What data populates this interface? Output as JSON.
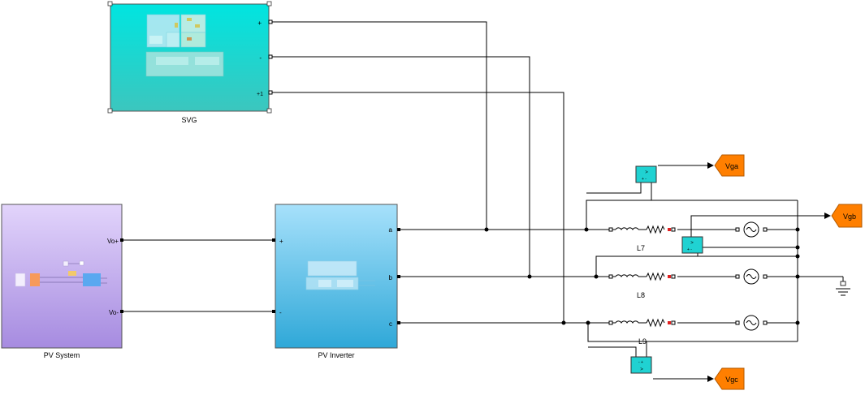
{
  "blocks": {
    "svg": {
      "name": "SVG",
      "ports": [
        "+",
        "-",
        "+1"
      ],
      "color_top": "#00e5e0",
      "color_bottom": "#3cc6be"
    },
    "pv_system": {
      "name": "PV System",
      "ports": [
        "Vo+",
        "Vo-"
      ],
      "color_top": "#e2d4fb",
      "color_bottom": "#a68be0"
    },
    "pv_inverter": {
      "name": "PV Inverter",
      "ports_in": [
        "+",
        "-"
      ],
      "ports_out": [
        "a",
        "b",
        "c"
      ],
      "color_top": "#a7e1fb",
      "color_bottom": "#2fa8d8"
    }
  },
  "inductors": [
    "L7",
    "L8",
    "L9"
  ],
  "goto_tags": [
    "Vga",
    "Vgb",
    "Vgc"
  ],
  "colors": {
    "goto": "#ff7f00",
    "sensor": "#20d2d2",
    "resistor_mark": "#e02020",
    "wire": "#000000"
  }
}
